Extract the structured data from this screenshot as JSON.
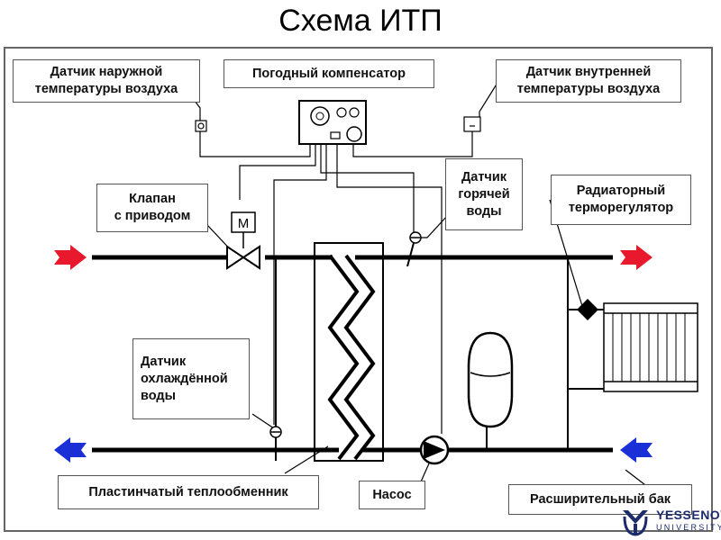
{
  "title": "Схема ИТП",
  "labels": {
    "outdoor_sensor": "Датчик наружной\nтемпературы воздуха",
    "weather_compensator": "Погодный компенсатор",
    "indoor_sensor": "Датчик внутренней\nтемпературы воздуха",
    "valve": "Клапан\nс приводом",
    "hot_water_sensor": "Датчик\nгорячей\nводы",
    "radiator_regulator": "Радиаторный\nтерморегулятор",
    "cooled_water_sensor": "Датчик\nохлаждённой\nводы",
    "plate_exchanger": "Пластинчатый теплообменник",
    "pump": "Насос",
    "expansion_tank": "Расширительный бак"
  },
  "valve_actuator_letter": "M",
  "logo": {
    "name": "YESSENOV",
    "sub": "UNIVERSITY"
  },
  "colors": {
    "supply_arrow": "#e8192c",
    "return_arrow": "#1a2fd6",
    "pipe": "#000000",
    "frame": "#666666"
  }
}
